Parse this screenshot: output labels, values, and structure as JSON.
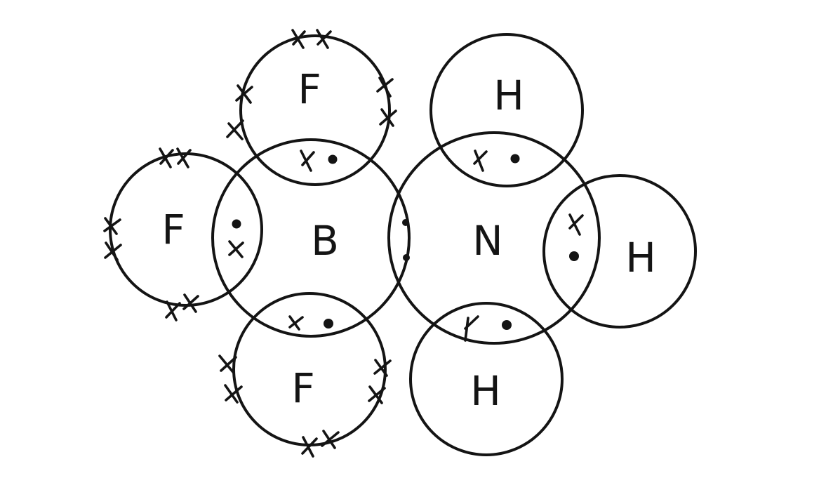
{
  "diagram": {
    "type": "dot-and-cross",
    "stroke_color": "#141414",
    "background_color": "#ffffff",
    "atoms": {
      "boron": "B",
      "nitrogen": "N",
      "fluorine_top": "F",
      "fluorine_left": "F",
      "fluorine_bottom": "F",
      "hydrogen_top": "H",
      "hydrogen_right": "H",
      "hydrogen_bottom": "H"
    }
  }
}
